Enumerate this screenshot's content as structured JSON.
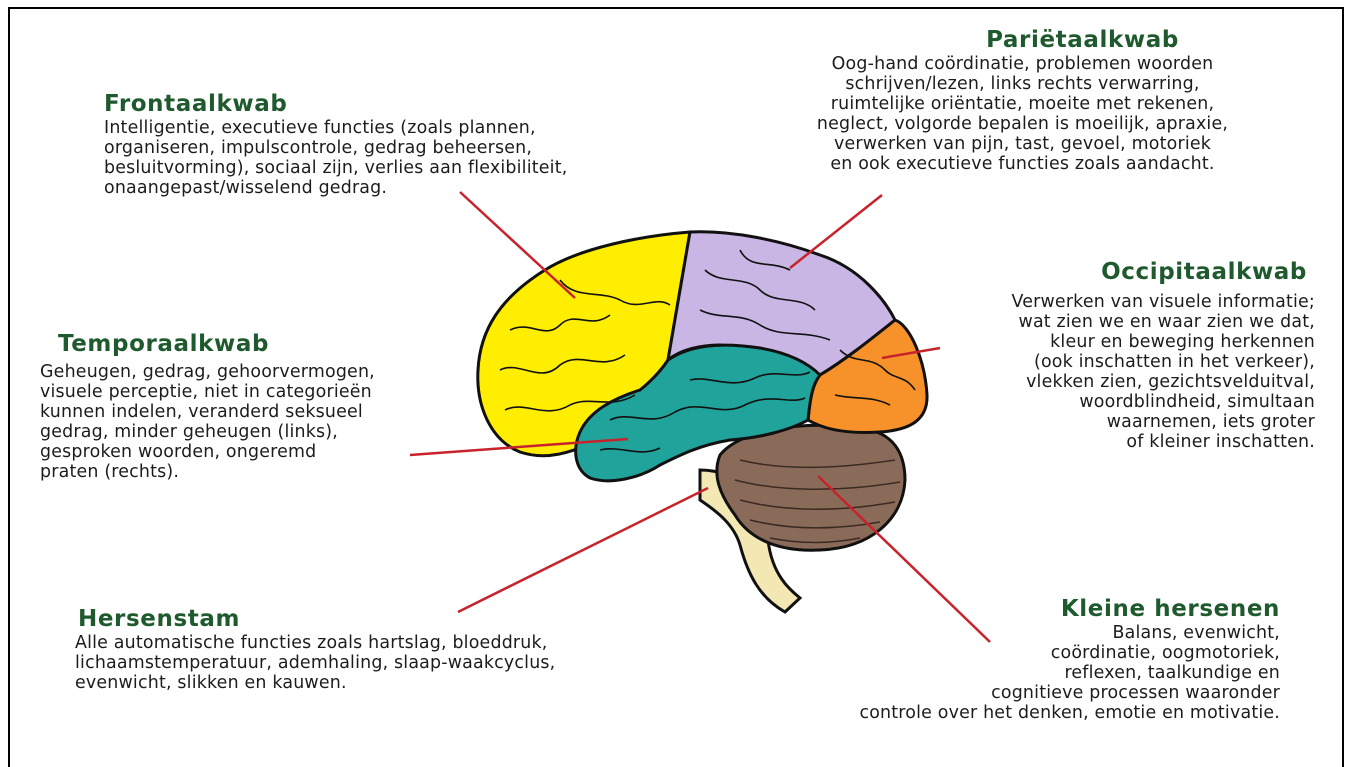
{
  "sections": {
    "frontaal": {
      "title": "Frontaalkwab",
      "lines": [
        "Intelligentie, executieve functies (zoals plannen,",
        "organiseren, impulscontrole, gedrag beheersen,",
        "besluitvorming), sociaal zijn, verlies aan flexibiliteit,",
        "onaangepast/wisselend gedrag."
      ]
    },
    "parietaal": {
      "title": "Pariëtaalkwab",
      "lines": [
        "Oog-hand coördinatie, problemen woorden",
        "schrijven/lezen, links rechts verwarring,",
        "ruimtelijke oriëntatie, moeite met rekenen,",
        "neglect, volgorde bepalen is moeilijk, apraxie,",
        "verwerken van pijn, tast, gevoel, motoriek",
        "en ook executieve functies zoals aandacht."
      ]
    },
    "occipitaal": {
      "title": "Occipitaalkwab",
      "lines": [
        "Verwerken van visuele informatie;",
        "wat zien we en waar zien we dat,",
        "kleur en beweging herkennen",
        "(ook inschatten in het verkeer),",
        "vlekken zien, gezichtsvelduitval,",
        "woordblindheid, simultaan",
        "waarnemen, iets groter",
        "of kleiner inschatten."
      ]
    },
    "temporaal": {
      "title": "Temporaalkwab",
      "lines": [
        "Geheugen, gedrag, gehoorvermogen,",
        "visuele perceptie, niet in categorieën",
        "kunnen indelen, veranderd seksueel",
        "gedrag, minder geheugen (links),",
        "gesproken woorden, ongeremd",
        "praten (rechts)."
      ]
    },
    "hersenstam": {
      "title": "Hersenstam",
      "lines": [
        "Alle automatische functies zoals hartslag, bloeddruk,",
        "lichaamstemperatuur, ademhaling, slaap-waakcyclus,",
        "evenwicht, slikken en kauwen."
      ]
    },
    "kleine": {
      "title": "Kleine hersenen",
      "lines": [
        "Balans, evenwicht,",
        "coördinatie, oogmotoriek,",
        "reflexen, taalkundige en",
        "cognitieve processen waaronder",
        "controle over het denken, emotie en motivatie."
      ]
    }
  },
  "colors": {
    "title": "#1f5a2e",
    "pointer": "#c8232c",
    "frontal": "#ffee00",
    "parietal": "#c9b6e4",
    "temporal": "#1fa39a",
    "occipital": "#f7922a",
    "cerebellum": "#8a6b5a",
    "brainstem": "#f3e7b3",
    "outline": "#111111"
  }
}
